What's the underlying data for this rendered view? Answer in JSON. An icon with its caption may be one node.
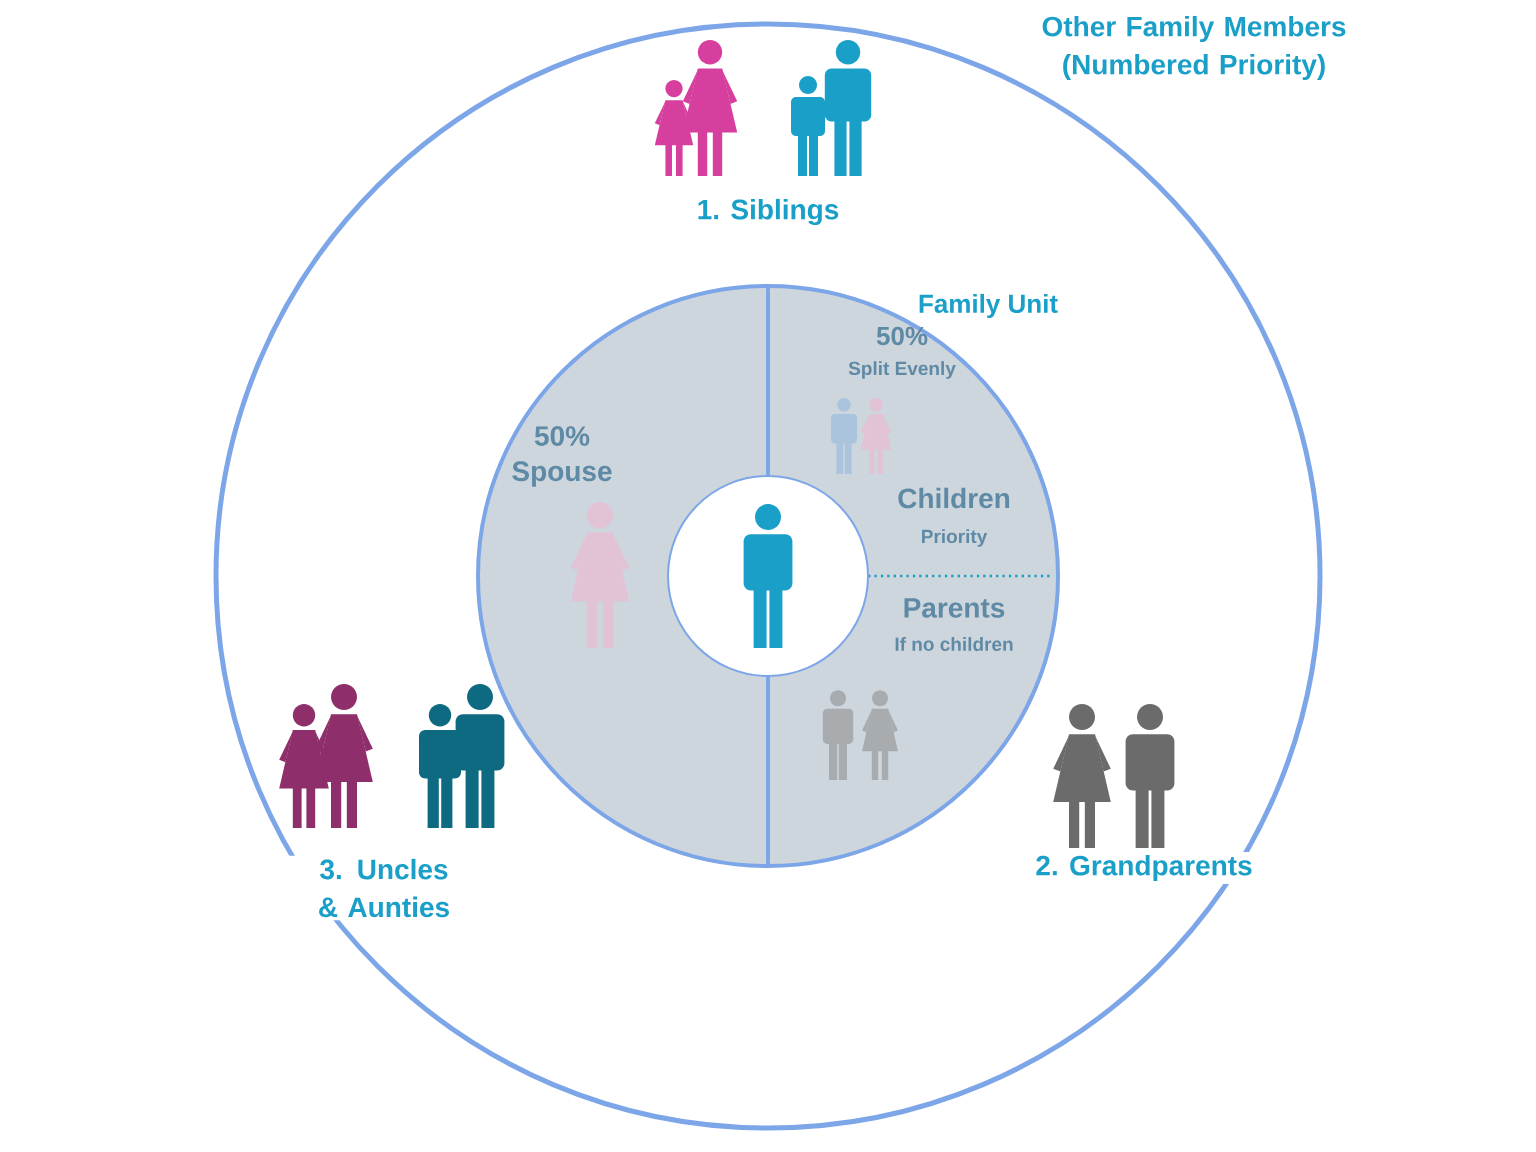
{
  "diagram": {
    "nodes": [
      {
        "text": [
          "Other Family Members (Numbered Priority)"
        ]
      },
      {
        "text": [
          "Family Unit"
        ],
        "in": 0
      },
      {
        "text": [],
        "shape": "circle",
        "in": 1
      }
    ],
    "labels": [
      "1. Siblings",
      "50%",
      "Split Evenly",
      "50%",
      "Spouse",
      "Children",
      "Priority",
      "Parents",
      "If no children",
      "3. Uncles & Aunties",
      "2. Grandparents"
    ]
  }
}
